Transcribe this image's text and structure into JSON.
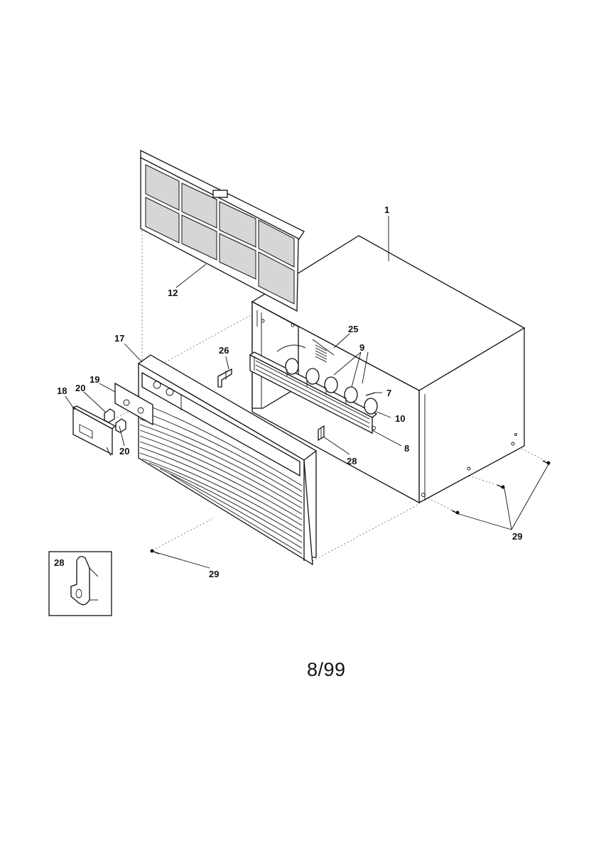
{
  "footer": {
    "date_code": "8/99"
  },
  "callouts": {
    "c1": "1",
    "c12": "12",
    "c17": "17",
    "c26": "26",
    "c25": "25",
    "c9": "9",
    "c7": "7",
    "c10": "10",
    "c8": "8",
    "c19": "19",
    "c18": "18",
    "c20a": "20",
    "c20b": "20",
    "c28": "28",
    "c29a": "29",
    "c29b": "29",
    "inset28": "28"
  }
}
